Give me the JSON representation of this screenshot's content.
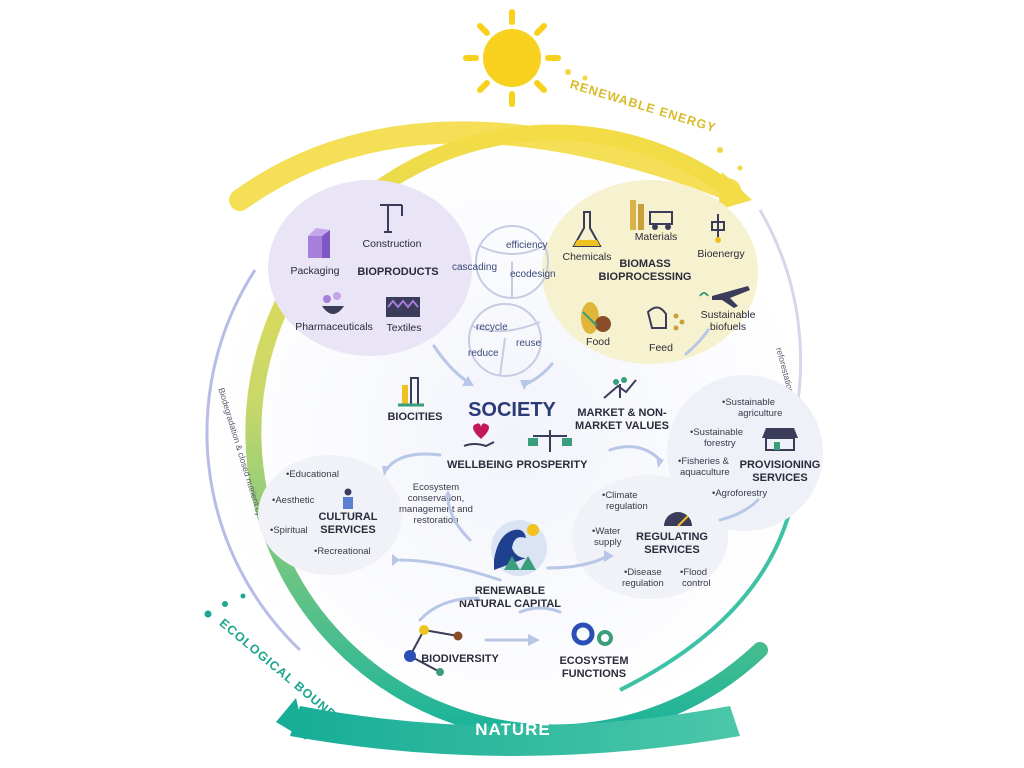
{
  "bands": {
    "renewable_energy": "RENEWABLE ENERGY",
    "ecological_boundaries": "ECOLOGICAL BOUNDARIES",
    "nature": "NATURE",
    "biodegradation": "Biodegradation & closed nutrient cycles",
    "reforestation": "reforestation too"
  },
  "center": {
    "society": "SOCIETY"
  },
  "bioproducts": {
    "title": "BIOPRODUCTS",
    "construction": "Construction",
    "packaging": "Packaging",
    "pharmaceuticals": "Pharmaceuticals",
    "textiles": "Textiles"
  },
  "cycle_top": {
    "efficiency": "efficiency",
    "cascading": "cascading",
    "ecodesign": "ecodesign"
  },
  "cycle_mid": {
    "recycle": "recycle",
    "reuse": "reuse",
    "reduce": "reduce"
  },
  "biomass": {
    "title1": "BIOMASS",
    "title2": "BIOPROCESSING",
    "chemicals": "Chemicals",
    "materials": "Materials",
    "bioenergy": "Bioenergy",
    "sustainable_biofuels1": "Sustainable",
    "sustainable_biofuels2": "biofuels",
    "food": "Food",
    "feed": "Feed"
  },
  "society_nodes": {
    "biocities": "BIOCITIES",
    "market1": "MARKET & NON-",
    "market2": "MARKET VALUES",
    "wellbeing": "WELLBEING",
    "prosperity": "PROSPERITY"
  },
  "provisioning": {
    "title1": "PROVISIONING",
    "title2": "SERVICES",
    "items": [
      [
        "•Sustainable",
        "agriculture"
      ],
      [
        "•Sustainable",
        "forestry"
      ],
      [
        "•Fisheries &",
        "aquaculture"
      ],
      [
        "•Agroforestry"
      ]
    ]
  },
  "cultural": {
    "title1": "CULTURAL",
    "title2": "SERVICES",
    "items": [
      "•Educational",
      "•Aesthetic",
      "•Spiritual",
      "•Recreational"
    ]
  },
  "regulating": {
    "title1": "REGULATING",
    "title2": "SERVICES",
    "climate": [
      "•Climate",
      "regulation"
    ],
    "water": [
      "•Water",
      "supply"
    ],
    "disease": [
      "•Disease",
      "regulation"
    ],
    "flood": [
      "•Flood",
      "control"
    ]
  },
  "ecosystem_note": [
    "Ecosystem",
    "conservation,",
    "management and",
    "restoration"
  ],
  "capital": {
    "line1": "RENEWABLE",
    "line2": "NATURAL CAPITAL"
  },
  "biodiversity": "BIODIVERSITY",
  "eco_functions": {
    "line1": "ECOSYSTEM",
    "line2": "FUNCTIONS"
  },
  "colors": {
    "yellow": "#f1d64a",
    "teal": "#19b39a",
    "purple_blob": "#e9e4f6",
    "yellow_blob": "#f6f2cf",
    "navy_text": "#2b3a78"
  }
}
